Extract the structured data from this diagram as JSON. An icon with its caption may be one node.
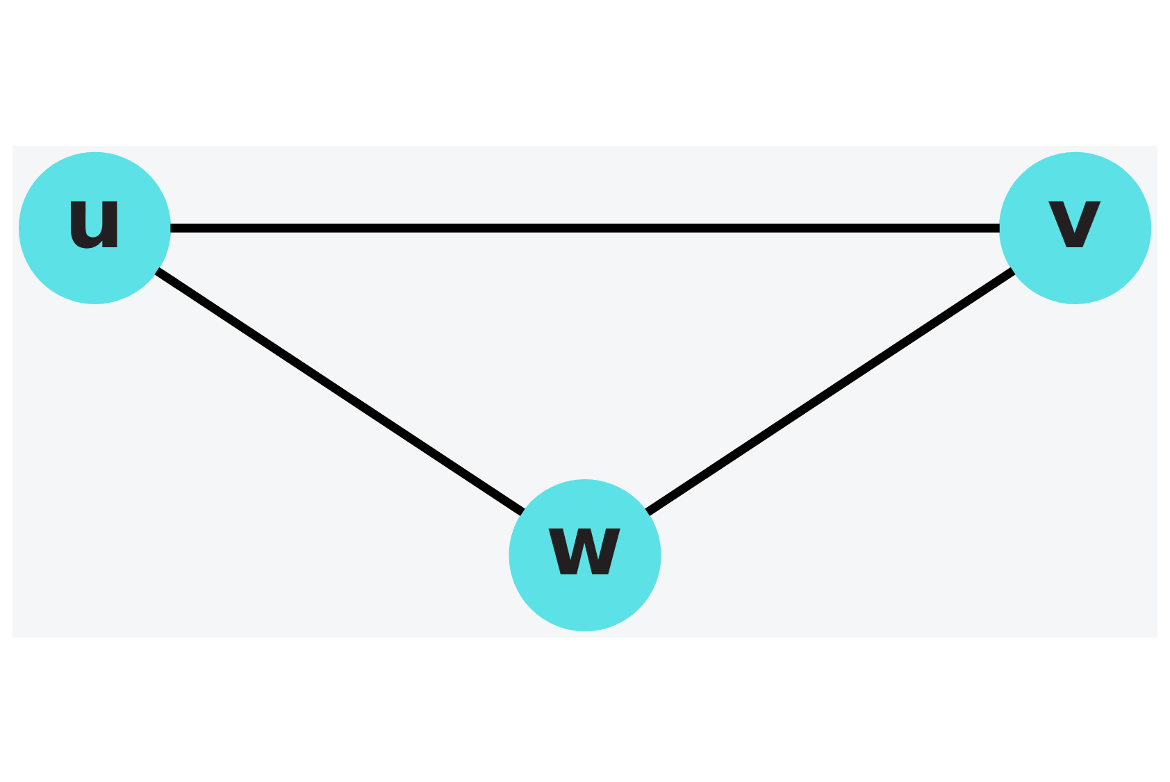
{
  "diagram": {
    "nodes": [
      {
        "text": [
          "u"
        ]
      },
      {
        "text": [
          "v"
        ]
      },
      {
        "text": [
          "w"
        ]
      }
    ],
    "edges": [
      {
        "from": 0,
        "to": 1,
        "arrow": "none"
      },
      {
        "from": 0,
        "to": 2,
        "arrow": "none"
      },
      {
        "from": 1,
        "to": 2,
        "arrow": "none"
      }
    ]
  }
}
